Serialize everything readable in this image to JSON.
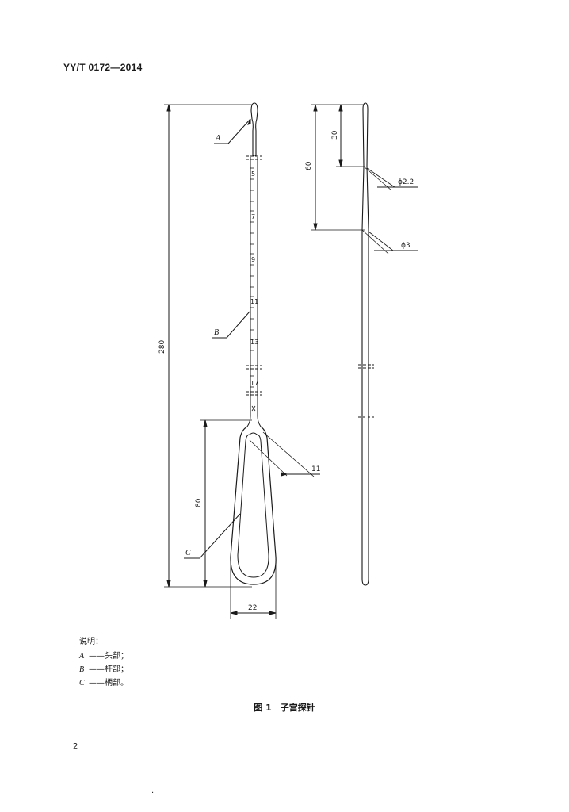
{
  "header": {
    "standard_code": "YY/T 0172—2014"
  },
  "figure": {
    "label_a": "A",
    "label_b": "B",
    "label_c": "C",
    "scale_numbers": [
      "5",
      "7",
      "9",
      "11",
      "13",
      "17"
    ],
    "dimensions": {
      "overall_length": "280",
      "head_30": "30",
      "head_60": "60",
      "diameter_22": "ϕ2.2",
      "diameter_3": "ϕ3",
      "handle_height": "80",
      "handle_width": "22",
      "handle_gap": "11"
    }
  },
  "legend": {
    "title": "说明：",
    "items": [
      {
        "key": "A",
        "text": "——头部；"
      },
      {
        "key": "B",
        "text": "——杆部；"
      },
      {
        "key": "C",
        "text": "——柄部。"
      }
    ]
  },
  "caption": "图 1　子宫探针",
  "page_number": "2",
  "footer_mark": "."
}
